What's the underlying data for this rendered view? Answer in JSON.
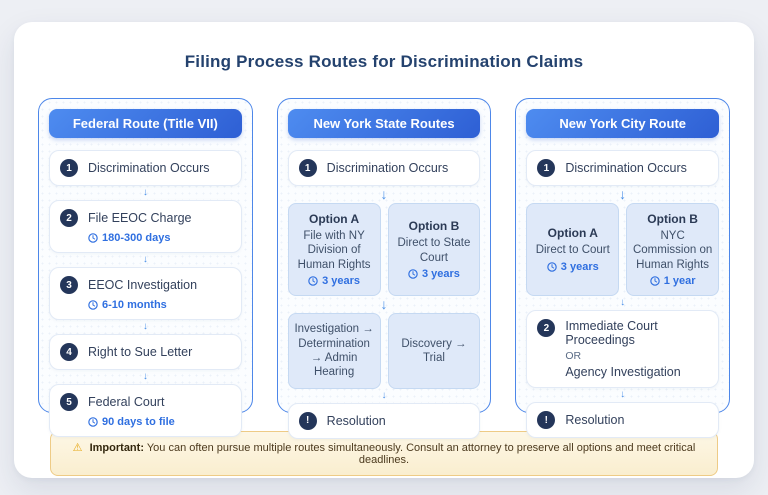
{
  "title": "Filing Process Routes for Discrimination Claims",
  "glyphs": {
    "down_arrow": "↓",
    "warning": "⚠",
    "exclaim": "!"
  },
  "colors": {
    "accent_blue": "#2e5fd4",
    "panel_border": "#4d87e9",
    "navy_circle": "#24365a",
    "time_blue": "#2f6fe0",
    "warning_border": "#eecb86",
    "warning_bg": "#fdf5e0"
  },
  "columns": [
    {
      "header": "Federal Route (Title VII)",
      "steps": [
        {
          "num": "1",
          "title": "Discrimination Occurs"
        },
        {
          "num": "2",
          "title": "File EEOC Charge",
          "time": "180-300 days"
        },
        {
          "num": "3",
          "title": "EEOC Investigation",
          "time": "6-10 months"
        },
        {
          "num": "4",
          "title": "Right to Sue Letter"
        },
        {
          "num": "5",
          "title": "Federal Court",
          "time": "90 days to file"
        }
      ]
    },
    {
      "header": "New York State Routes",
      "step1": {
        "num": "1",
        "title": "Discrimination Occurs"
      },
      "options": [
        {
          "title": "Option A",
          "desc": "File with NY Division of Human Rights",
          "time": "3 years"
        },
        {
          "title": "Option B",
          "desc": "Direct to State Court",
          "time": "3 years"
        }
      ],
      "process": [
        {
          "desc": "Investigation → Determination → Admin Hearing"
        },
        {
          "desc": "Discovery → Trial"
        }
      ],
      "resolution": {
        "title": "Resolution"
      }
    },
    {
      "header": "New York City Route",
      "step1": {
        "num": "1",
        "title": "Discrimination Occurs"
      },
      "options": [
        {
          "title": "Option A",
          "desc": "Direct to Court",
          "time": "3 years"
        },
        {
          "title": "Option B",
          "desc": "NYC Commission on Human Rights",
          "time": "1 year"
        }
      ],
      "step2": {
        "num": "2",
        "title": "Immediate Court Proceedings",
        "or": "OR",
        "subtitle": "Agency Investigation"
      },
      "resolution": {
        "title": "Resolution"
      }
    }
  ],
  "warning": {
    "label": "Important:",
    "text": "You can often pursue multiple routes simultaneously. Consult an attorney to preserve all options and meet critical deadlines."
  }
}
